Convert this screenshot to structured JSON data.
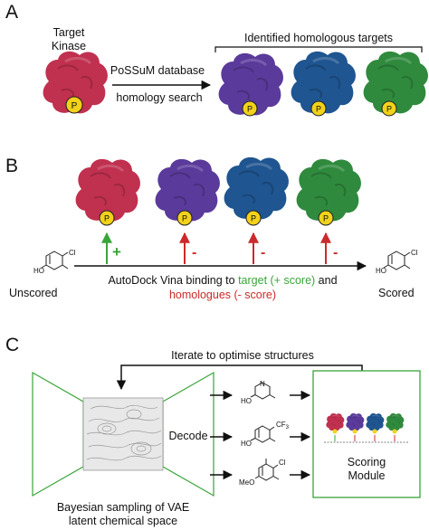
{
  "panel_a": {
    "letter": "A",
    "target_label_line1": "Target",
    "target_label_line2": "Kinase",
    "arrow_top_text": "PoSSuM database",
    "arrow_bottom_text": "homology search",
    "bracket_label": "Identified homologous targets",
    "p_label": "P"
  },
  "panel_b": {
    "letter": "B",
    "plus": "+",
    "minus": "-",
    "left_label": "Unscored",
    "right_label": "Scored",
    "caption_prefix": "AutoDock Vina binding to ",
    "caption_target": "target (+ score)",
    "caption_and": " and",
    "caption_homologues": "homologues (- score)",
    "mol_ho": "HO",
    "mol_cl": "Cl"
  },
  "panel_c": {
    "letter": "C",
    "iterate_label": "Iterate to optimise structures",
    "decode_label": "Decode",
    "scoring_line1": "Scoring",
    "scoring_line2": "Module",
    "bottom_line1": "Bayesian sampling of VAE",
    "bottom_line2": "latent chemical space",
    "mol1_ho": "HO",
    "mol1_n": "N",
    "mol2_ho": "HO",
    "mol2_cf3": "CF",
    "mol2_sub": "3",
    "mol3_meo": "MeO",
    "mol3_cl": "Cl"
  },
  "colors": {
    "target": "#c0304f",
    "homolog_purple": "#5a3a9a",
    "homolog_blue": "#1f5590",
    "homolog_green": "#2f8a3d",
    "phosphate": "#f2d21a",
    "positive": "#3aa53a",
    "negative": "#cc2a2a",
    "panel_c_frame": "#3aa53a"
  }
}
